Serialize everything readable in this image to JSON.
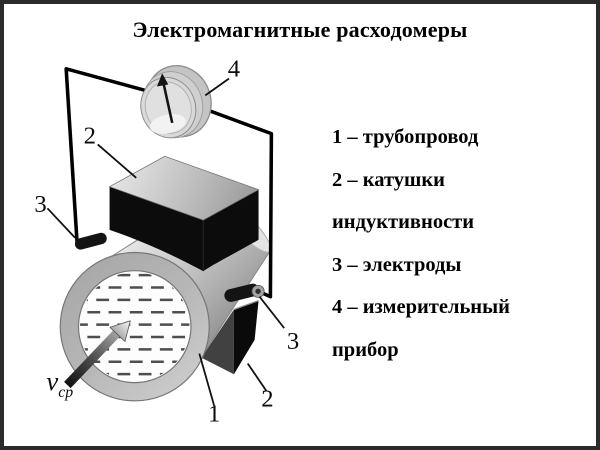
{
  "title": "Электромагнитные расходомеры",
  "legend": {
    "items": [
      {
        "text": "1 – трубопровод"
      },
      {
        "text": "2 – катушки индуктивности"
      },
      {
        "text": "3 – электроды"
      },
      {
        "text": "4 – измерительный прибор"
      }
    ]
  },
  "diagram": {
    "callouts": {
      "pipe": "1",
      "coil_top": "2",
      "coil_bottom": "2",
      "electrode_left": "3",
      "electrode_right": "3",
      "meter": "4"
    },
    "velocity_symbol": "v",
    "velocity_subscript": "ср",
    "colors": {
      "background": "#ffffff",
      "border": "#2b2b2b",
      "wire": "#000000",
      "coil_black": "#0c0c0c",
      "pipe_gray": "#c2c2c2",
      "text": "#000000"
    }
  }
}
